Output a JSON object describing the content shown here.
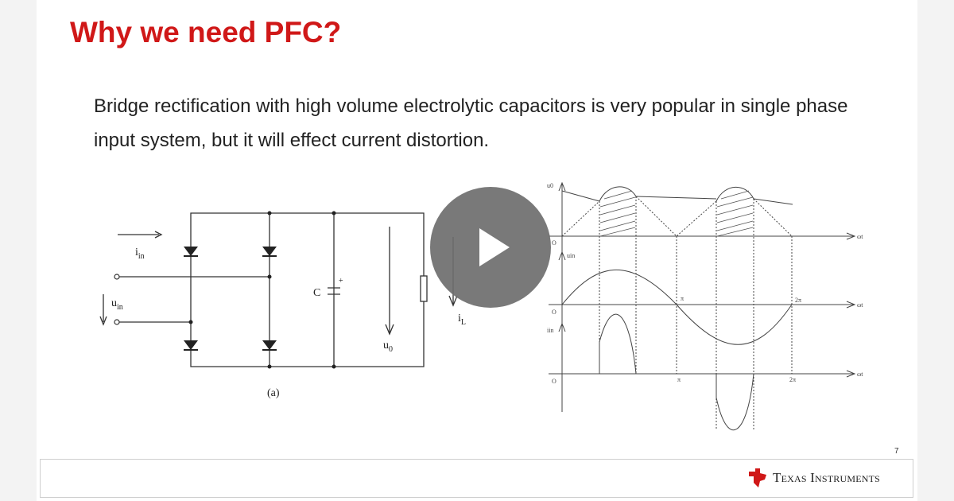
{
  "slide": {
    "title": "Why we need PFC?",
    "body": "Bridge rectification with high volume electrolytic capacitors is very popular in single phase input system, but it will effect current distortion.",
    "page_number": "7",
    "logo_text": "Texas Instruments",
    "title_color": "#d01818"
  },
  "circuit": {
    "i_in": "i",
    "i_in_sub": "in",
    "u_in": "u",
    "u_in_sub": "in",
    "cap": "C",
    "plus": "+",
    "u_o": "u",
    "u_o_sub": "0",
    "i_l": "i",
    "i_l_sub": "L",
    "caption": "(a)"
  },
  "waveforms": {
    "u0_label": "u0",
    "uin_label": "uin",
    "iin_label": "iin",
    "origin": "O",
    "pi": "π",
    "two_pi": "2π",
    "omega_t": "ωt"
  },
  "player": {
    "play_icon": "play-icon"
  }
}
